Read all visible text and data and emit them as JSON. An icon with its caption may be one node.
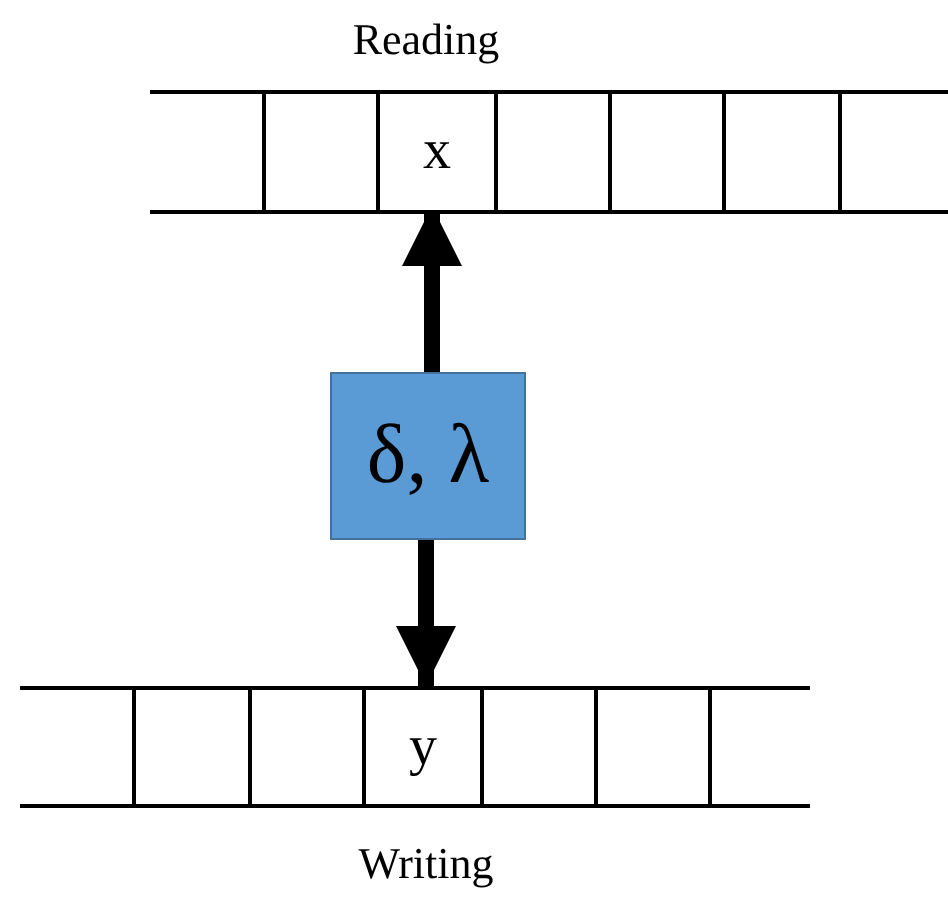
{
  "diagram": {
    "nodes": [
      {
        "text": [
          "Reading"
        ]
      },
      {
        "text": [
          "x"
        ],
        "in": 0
      },
      {
        "text": [
          "δ, λ"
        ]
      },
      {
        "text": [
          "Writing"
        ]
      },
      {
        "text": [
          "y"
        ],
        "in": 3
      }
    ],
    "edges": [
      {
        "from": 2,
        "to": 1,
        "arrow": "to"
      },
      {
        "from": 2,
        "to": 4,
        "arrow": "to"
      }
    ]
  }
}
